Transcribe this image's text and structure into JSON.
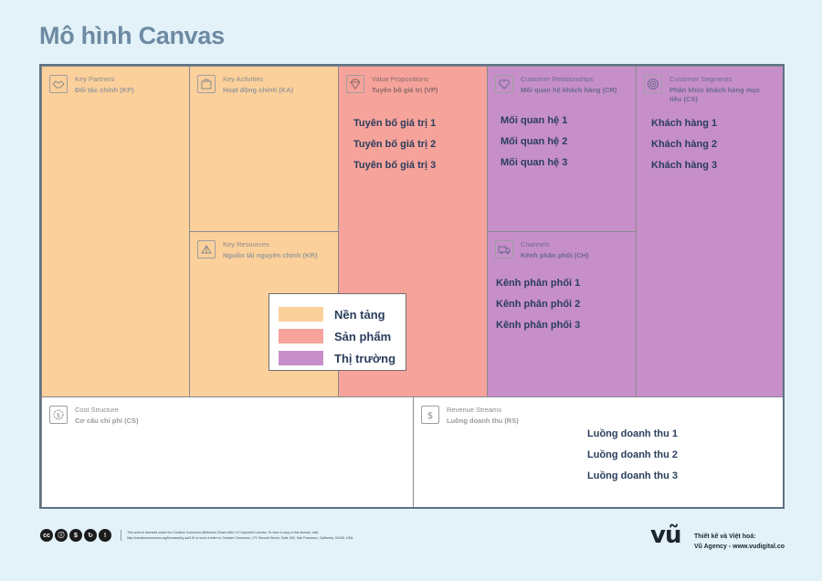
{
  "title": "Mô hình Canvas",
  "blocks": {
    "kp": {
      "en": "Key Partners",
      "vi": "Đối tác chính (KP)",
      "icon": "handshake-icon",
      "items": []
    },
    "ka": {
      "en": "Key Activities",
      "vi": "Hoạt động chính (KA)",
      "icon": "briefcase-icon",
      "items": []
    },
    "kr": {
      "en": "Key Resources",
      "vi": "Nguồn tài nguyên chính (KR)",
      "icon": "resources-icon",
      "items": []
    },
    "vp": {
      "en": "Value Propositions",
      "vi": "Tuyên bố giá trị (VP)",
      "icon": "diamond-icon",
      "items": [
        "Tuyên bố giá trị 1",
        "Tuyên bố giá trị 2",
        "Tuyên bố giá trị 3"
      ]
    },
    "cr": {
      "en": "Customer Relationships",
      "vi": "Mối quan hệ khách hàng (CR)",
      "icon": "heart-icon",
      "items": [
        "Mối quan hệ 1",
        "Mối quan hệ 2",
        "Mối quan hệ 3"
      ]
    },
    "ch": {
      "en": "Channels",
      "vi": "Kênh phân phối (CH)",
      "icon": "truck-icon",
      "items": [
        "Kênh phân phối 1",
        "Kênh phân phối 2",
        "Kênh phân phối 3"
      ]
    },
    "cs_seg": {
      "en": "Customer Segments",
      "vi": "Phân khúc khách hàng mục tiêu (CS)",
      "icon": "target-icon",
      "items": [
        "Khách hàng 1",
        "Khách hàng 2",
        "Khách hàng 3"
      ]
    },
    "cost": {
      "en": "Cost Structure",
      "vi": "Cơ cấu chi phí (CS)",
      "icon": "gear-dollar-icon",
      "items": []
    },
    "rev": {
      "en": "Revenue Streams",
      "vi": "Luồng doanh thu (RS)",
      "icon": "dollar-icon",
      "items": [
        "Luồng doanh thu 1",
        "Luồng doanh thu 2",
        "Luồng doanh thu 3"
      ]
    }
  },
  "legend": [
    {
      "label": "Nền tảng",
      "color": "#fbd09b"
    },
    {
      "label": "Sản phẩm",
      "color": "#f6a39b"
    },
    {
      "label": "Thị trường",
      "color": "#c78fca"
    }
  ],
  "footer": {
    "license_line1": "This work is licensed under the Creative Commons Attribution-Share Alike 3.0 Unported License. To view a copy of this license, visit:",
    "license_line2": "http://creativecommons.org/licenses/by-sa/3.0/ or send a letter to Creative Commons, 171 Second Street, Suite 300, San Francisco, California, 94105, USA.",
    "cc_icons": [
      "cc",
      "by",
      "nc",
      "sa",
      "info"
    ],
    "logo": "vũ",
    "credit_line1": "Thiết kế và Việt hoá:",
    "credit_line2": "Vũ Agency - www.vudigital.co"
  }
}
